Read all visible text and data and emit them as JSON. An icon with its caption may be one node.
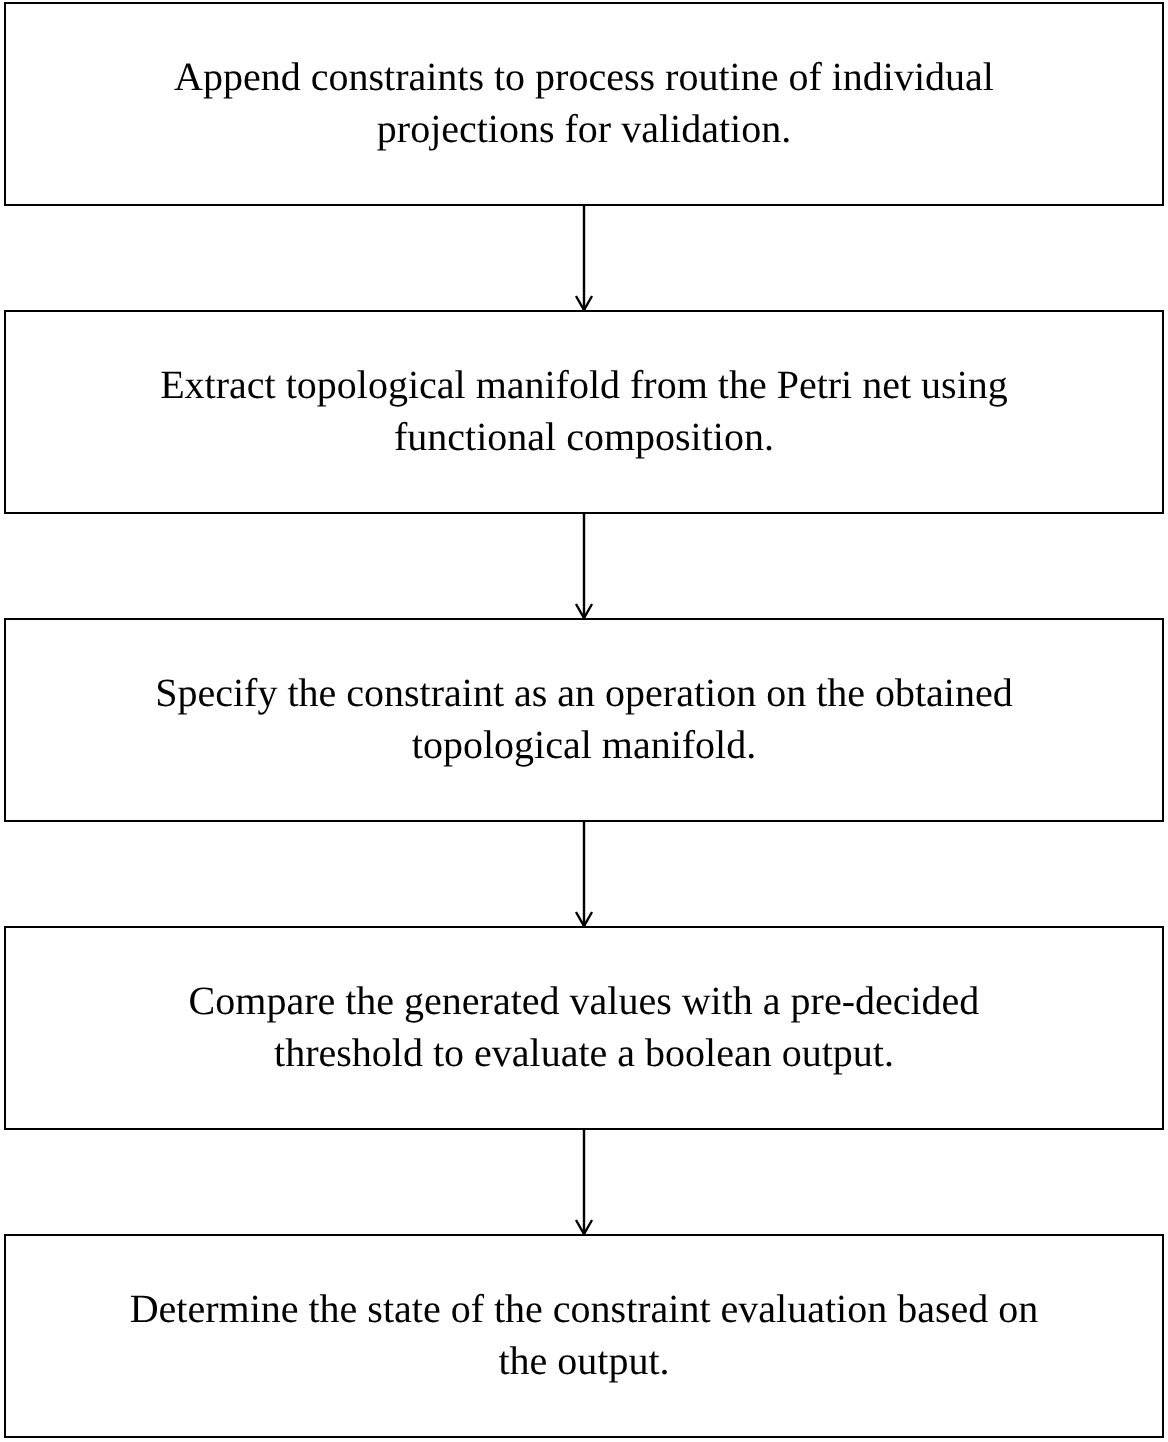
{
  "diagram": {
    "nodes": [
      {
        "text": [
          "Append constraints to process routine of individual projections for validation."
        ]
      },
      {
        "text": [
          "Extract topological manifold from the Petri net using functional composition."
        ]
      },
      {
        "text": [
          "Specify the constraint as an operation on the obtained topological manifold."
        ]
      },
      {
        "text": [
          "Compare the generated values with a pre-decided threshold to evaluate a boolean output."
        ]
      },
      {
        "text": [
          "Determine the state of the constraint evaluation based on the output."
        ]
      }
    ],
    "edges": [
      {
        "from": 0,
        "to": 1,
        "arrow": "to"
      },
      {
        "from": 1,
        "to": 2,
        "arrow": "to"
      },
      {
        "from": 2,
        "to": 3,
        "arrow": "to"
      },
      {
        "from": 3,
        "to": 4,
        "arrow": "to"
      }
    ]
  }
}
